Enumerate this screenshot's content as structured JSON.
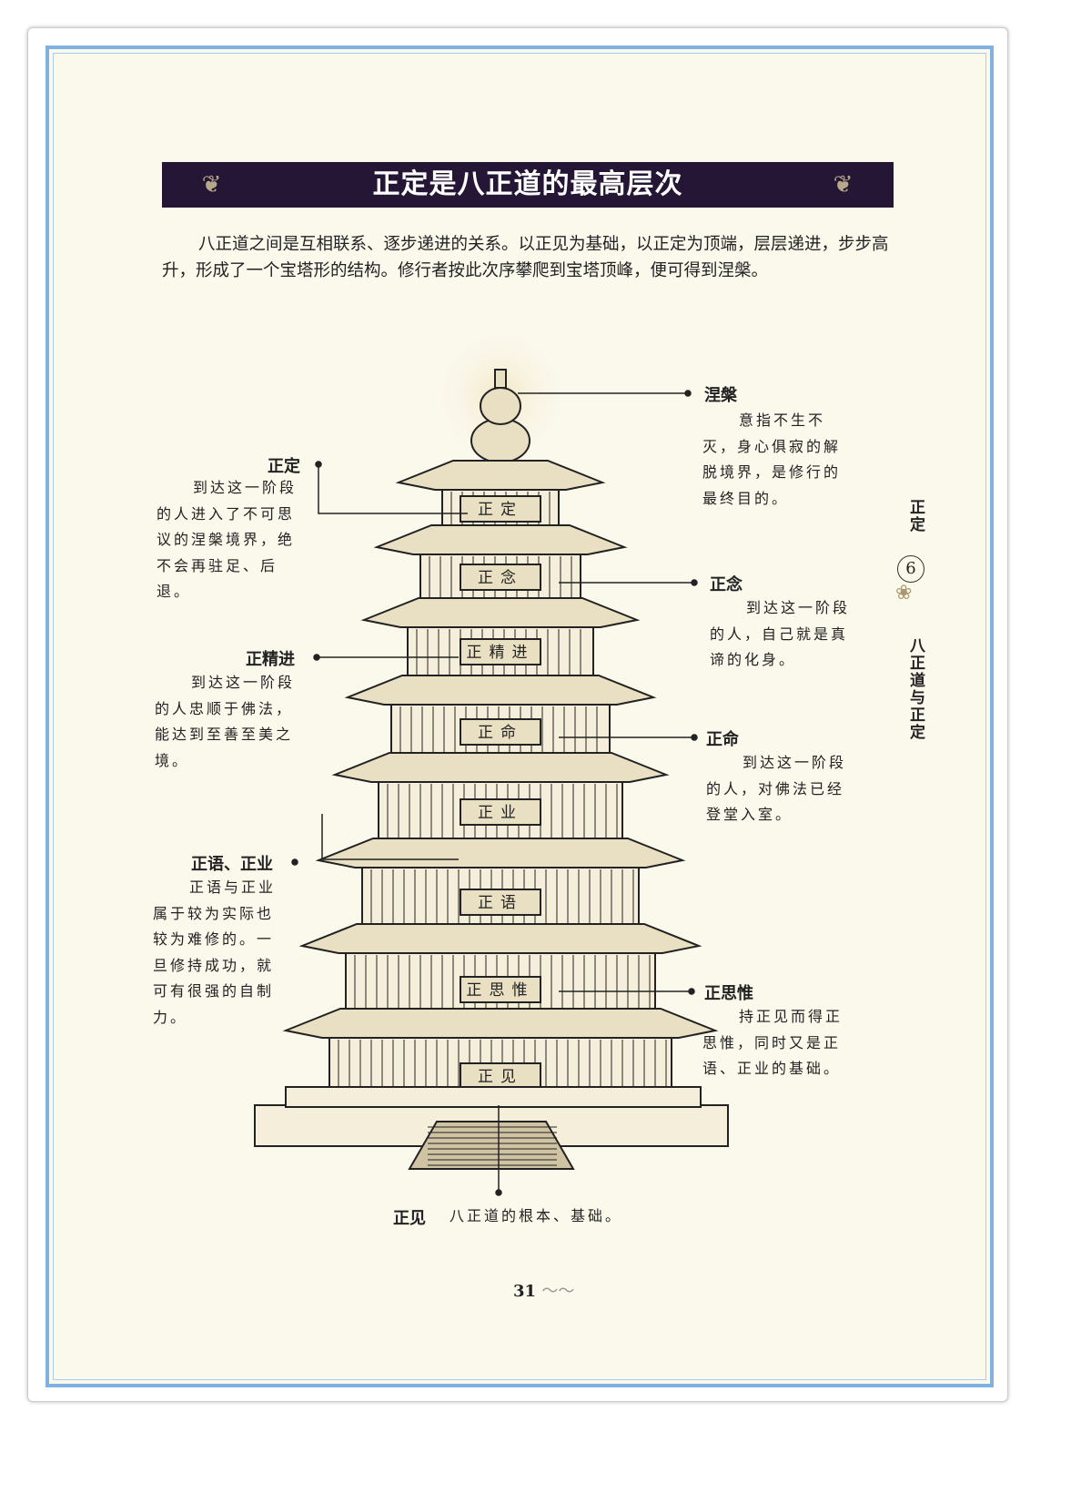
{
  "title": "正定是八正道的最高层次",
  "intro": "八正道之间是互相联系、逐步递进的关系。以正见为基础，以正定为顶端，层层递进，步步高升，形成了一个宝塔形的结构。修行者按此次序攀爬到宝塔顶峰，便可得到涅槃。",
  "plaques": [
    "正定",
    "正念",
    "正精进",
    "正命",
    "正业",
    "正语",
    "正思惟",
    "正见"
  ],
  "annotations": {
    "nirvana": {
      "label": "涅槃",
      "desc": "意指不生不灭，身心俱寂的解脱境界，是修行的最终目的。"
    },
    "zhengding": {
      "label": "正定",
      "desc": "到达这一阶段的人进入了不可思议的涅槃境界，绝不会再驻足、后退。"
    },
    "zhengnian": {
      "label": "正念",
      "desc": "到达这一阶段的人，自己就是真谛的化身。"
    },
    "zhengjingjin": {
      "label": "正精进",
      "desc": "到达这一阶段的人忠顺于佛法，能达到至善至美之境。"
    },
    "zhengming": {
      "label": "正命",
      "desc": "到达这一阶段的人，对佛法已经登堂入室。"
    },
    "zhengyu_zhengye": {
      "label": "正语、正业",
      "desc": "正语与正业属于较为实际也较为难修的。一旦修持成功，就可有很强的自制力。"
    },
    "zhengsiwei": {
      "label": "正思惟",
      "desc": "持正见而得正思惟，同时又是正语、正业的基础。"
    },
    "zhengjian": {
      "label": "正见",
      "desc": "八正道的根本、基础。"
    }
  },
  "side_tab": {
    "top": "正定",
    "number": "6",
    "bottom": "八正道与正定"
  },
  "page_number": "31"
}
